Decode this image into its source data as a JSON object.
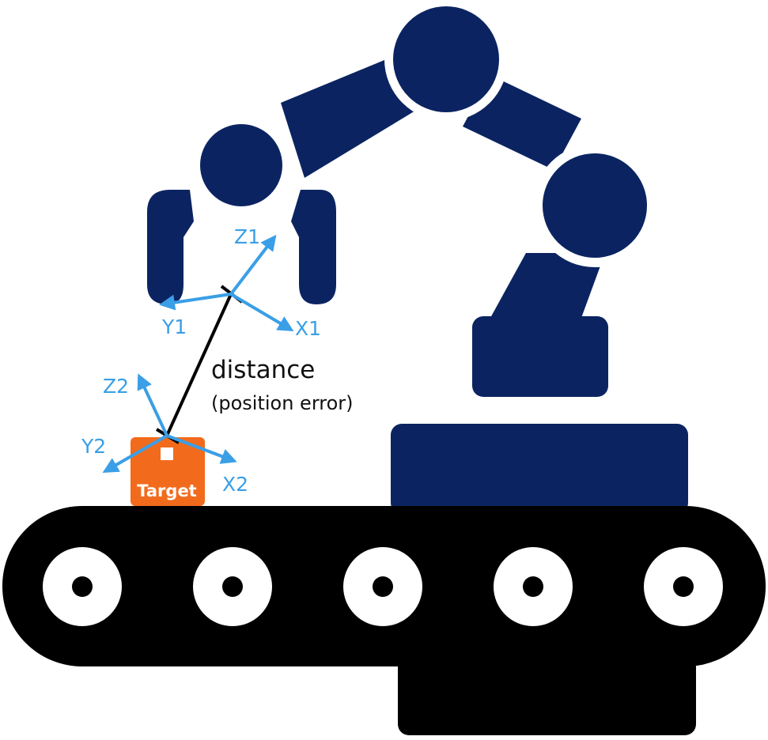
{
  "colors": {
    "robot": "#0b2461",
    "belt": "#000000",
    "axis": "#3a9fe6",
    "target_box": "#f26b1d",
    "background": "#ffffff"
  },
  "labels": {
    "distance": "distance",
    "position_error": "(position error)",
    "target": "Target",
    "frame1": {
      "z": "Z1",
      "y": "Y1",
      "x": "X1"
    },
    "frame2": {
      "z": "Z2",
      "y": "Y2",
      "x": "X2"
    }
  },
  "icons": {
    "robot_arm": "robot-arm-icon",
    "conveyor": "conveyor-belt-icon",
    "box": "target-box-icon"
  }
}
